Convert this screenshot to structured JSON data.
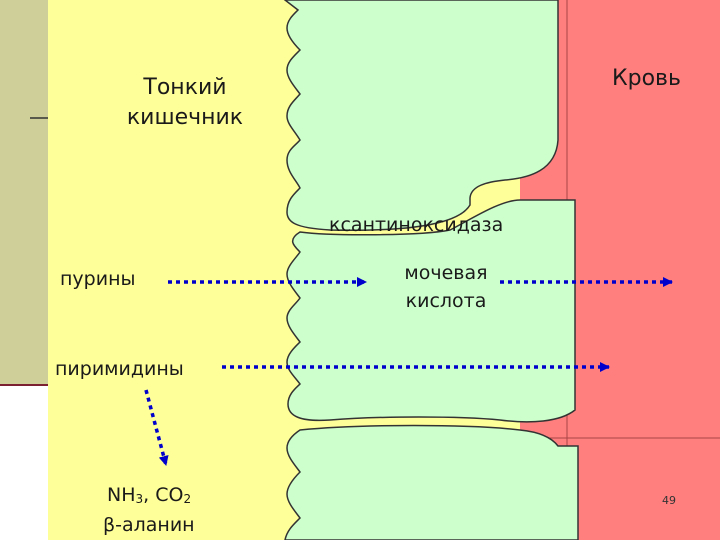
{
  "labels": {
    "small_intestine": "Тонкий кишечник",
    "blood": "Кровь",
    "enzyme": "ксантиноксидаза",
    "purines": "пурины",
    "uric_acid": "мочевая кислота",
    "pyrimidines": "пиримидины",
    "products_nh3": "NH",
    "products_nh3_sub": "3",
    "products_co2": ", CO",
    "products_co2_sub": "2",
    "products_alanine": "β-аланин",
    "page_number": "49"
  },
  "colors": {
    "intestine": "#ffff99",
    "epithelium": "#ccffcc",
    "blood": "#ff7f7f",
    "arrow": "#0000cc",
    "left_strip": "#cfcf9a"
  }
}
